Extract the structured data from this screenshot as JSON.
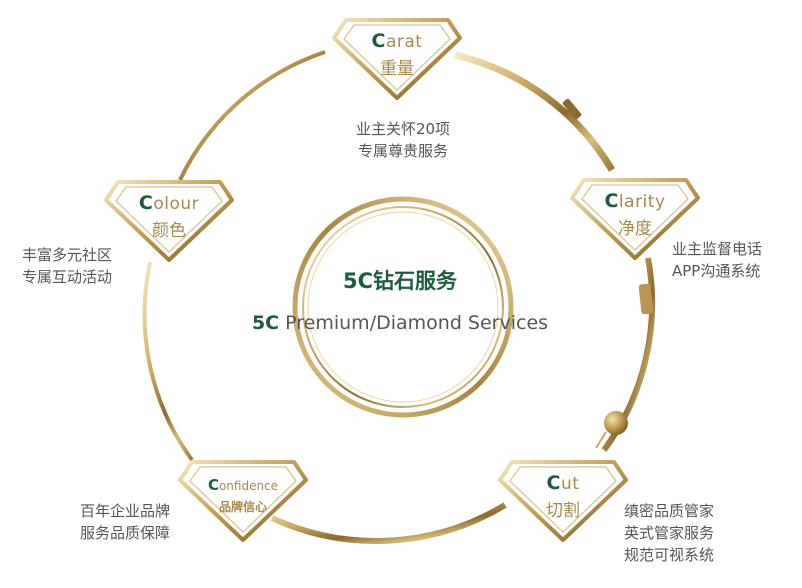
{
  "center": {
    "title_zh": "5C钻石服务",
    "title_en_prefix": "5C",
    "title_en_rest": " Premium/Diamond Services"
  },
  "nodes": [
    {
      "id": "carat",
      "en_cap": "C",
      "en_rest": "arat",
      "zh": "重量",
      "desc": [
        "业主关怀20项",
        "专属尊贵服务"
      ]
    },
    {
      "id": "clarity",
      "en_cap": "C",
      "en_rest": "larity",
      "zh": "净度",
      "desc": [
        "业主监督电话",
        "APP沟通系统"
      ]
    },
    {
      "id": "cut",
      "en_cap": "C",
      "en_rest": "ut",
      "zh": "切割",
      "desc": [
        "缜密品质管家",
        "英式管家服务",
        "规范可视系统"
      ]
    },
    {
      "id": "confidence",
      "en_cap": "C",
      "en_rest": "onfidence",
      "zh": "品牌信心",
      "desc": [
        "百年企业品牌",
        "服务品质保障"
      ]
    },
    {
      "id": "colour",
      "en_cap": "C",
      "en_rest": "olour",
      "zh": "颜色",
      "desc": [
        "丰富多元社区",
        "专属互动活动"
      ]
    }
  ],
  "colors": {
    "gold_light": "#f3e3b5",
    "gold_mid": "#c9a862",
    "gold_dark": "#8a6a2e",
    "brand_green": "#1e5b3b",
    "text_gray": "#555555"
  }
}
